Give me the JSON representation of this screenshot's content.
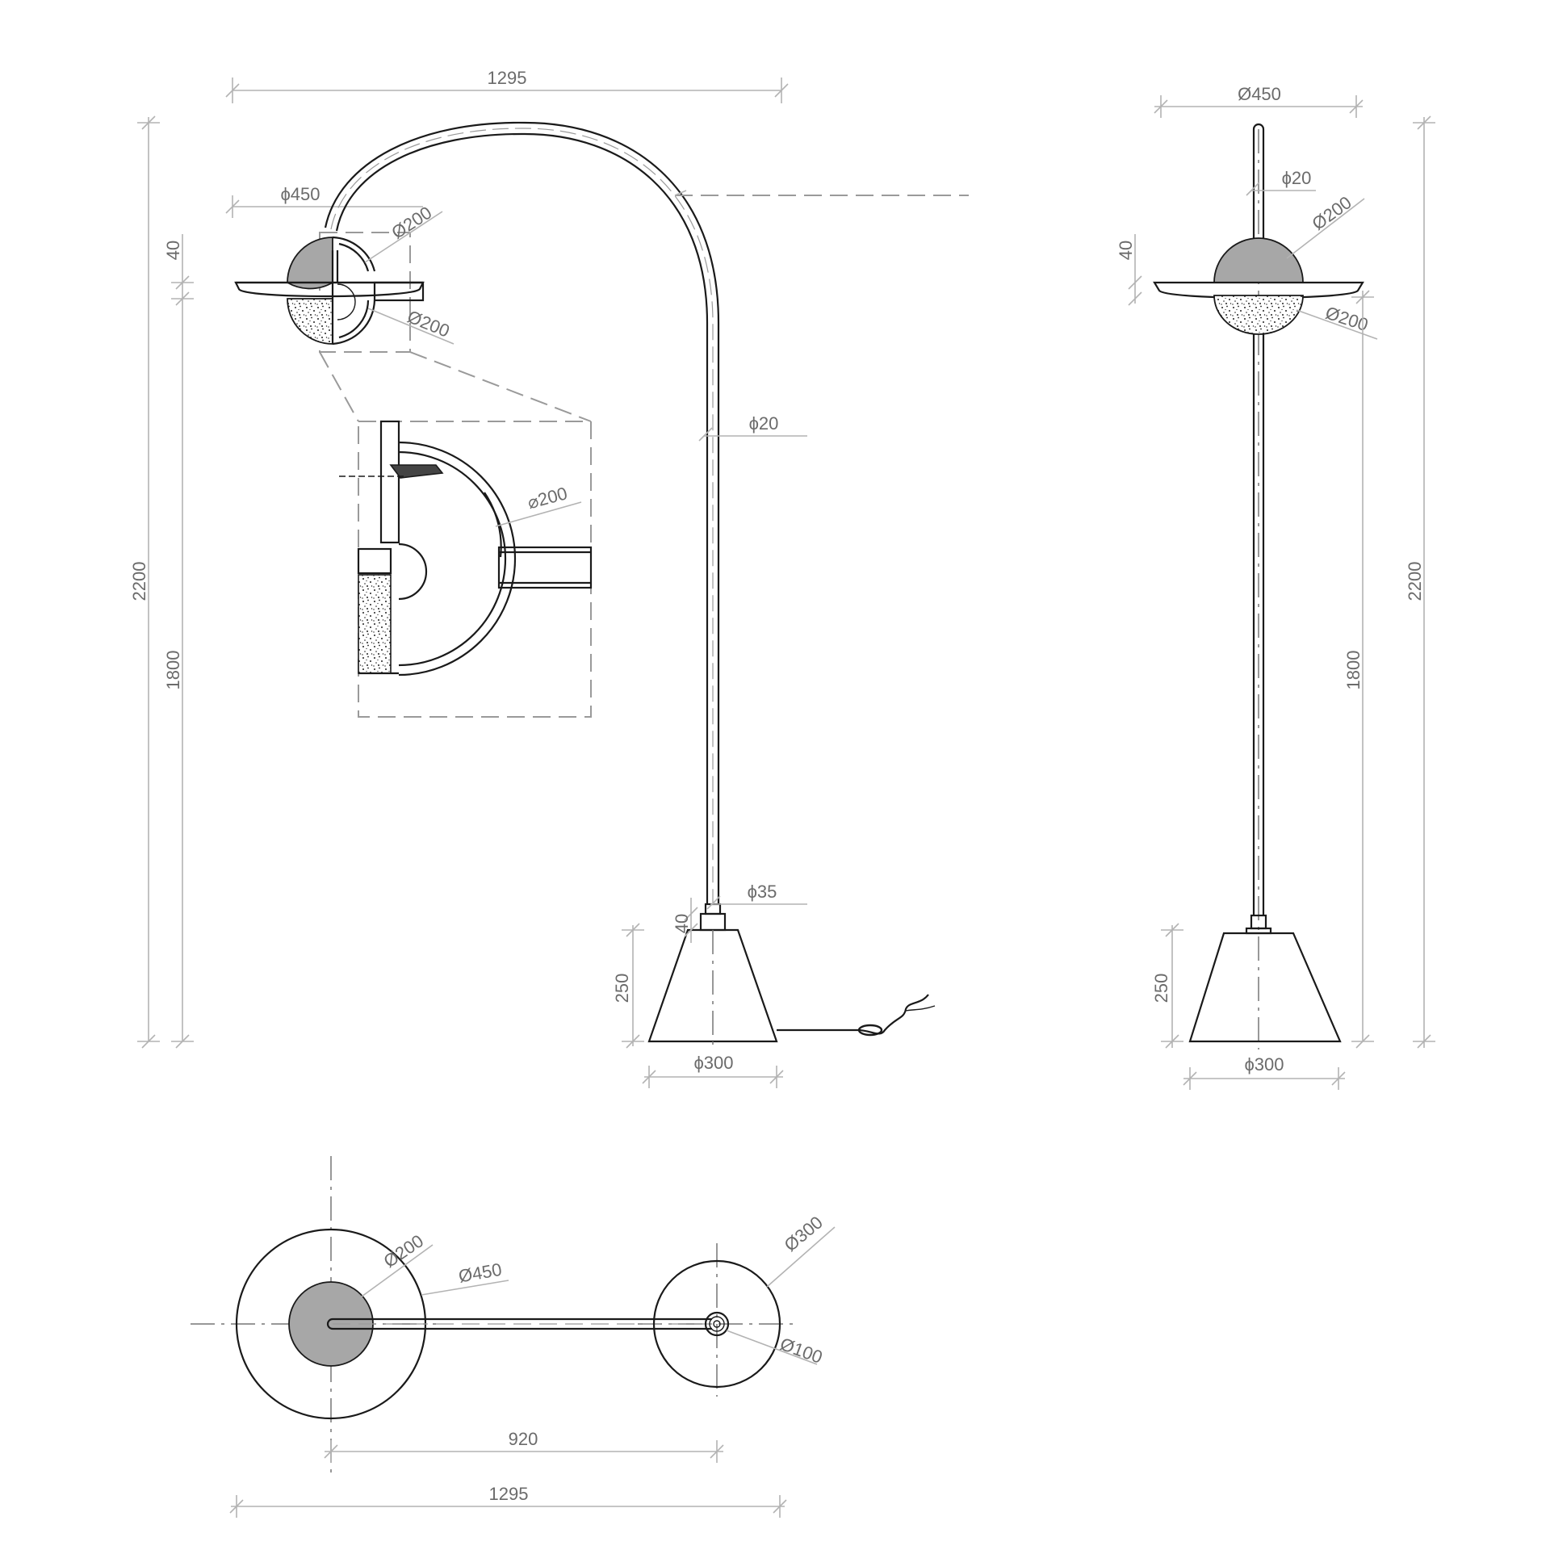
{
  "labels": {
    "side_width_1295": "1295",
    "side_shade_d450": "ϕ450",
    "side_sphere_top_d200": "Ø200",
    "side_sphere_bottom_d200": "Ø200",
    "side_height_2200": "2200",
    "side_height_1800": "1800",
    "side_shade_gap_40": "40",
    "side_tube_d20": "ϕ20",
    "side_detail_d200": "⌀200",
    "side_collar_d35": "ϕ35",
    "side_collar_40": "40",
    "side_base_250": "250",
    "side_base_d300": "ϕ300",
    "front_shade_d450": "Ø450",
    "front_tube_d20": "ϕ20",
    "front_sphere_top_d200": "Ø200",
    "front_sphere_bottom_d200": "Ø200",
    "front_gap_40": "40",
    "front_height_2200": "2200",
    "front_height_1800": "1800",
    "front_base_250": "250",
    "front_base_d300": "ϕ300",
    "plan_sphere_d200": "Ø200",
    "plan_shade_d450": "Ø450",
    "plan_base_d300": "Ø300",
    "plan_hub_d100": "Ø100",
    "plan_span_920": "920",
    "plan_span_1295": "1295"
  },
  "colors": {
    "line": "#1a1a1a",
    "dimension": "#b3b3b3",
    "dimension_text": "#6b6b6b",
    "sphere_fill": "#a7a7a7"
  }
}
